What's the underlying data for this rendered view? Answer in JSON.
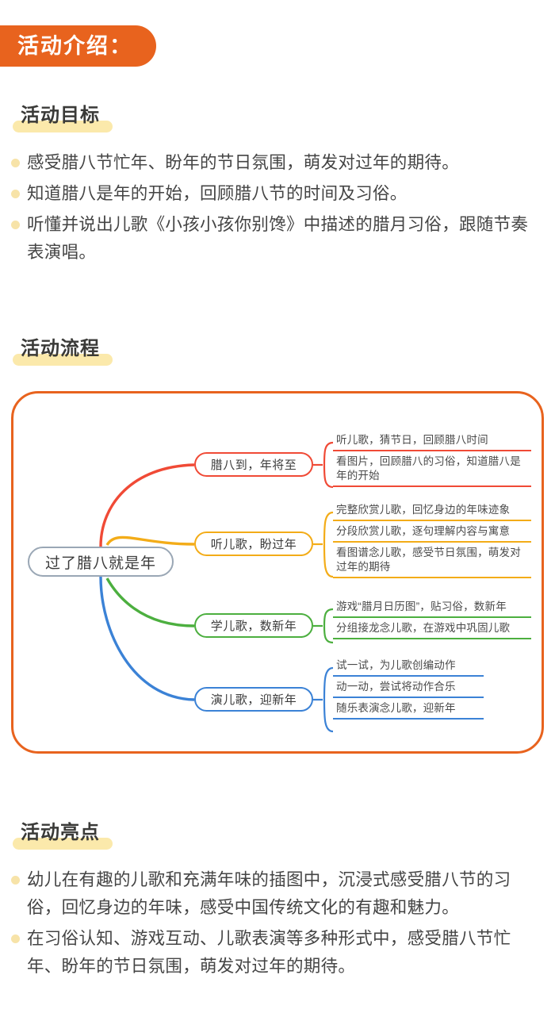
{
  "banner": {
    "title": "活动介绍：",
    "color": "#e8631e"
  },
  "sections": {
    "goals": {
      "heading": "活动目标",
      "items": [
        "感受腊八节忙年、盼年的节日氛围，萌发对过年的期待。",
        "知道腊八是年的开始，回顾腊八节的时间及习俗。",
        "听懂并说出儿歌《小孩小孩你别馋》中描述的腊月习俗，跟随节奏表演唱。"
      ]
    },
    "flow": {
      "heading": "活动流程"
    },
    "highlights": {
      "heading": "活动亮点",
      "items": [
        "幼儿在有趣的儿歌和充满年味的插图中，沉浸式感受腊八节的习俗，回忆身边的年味，感受中国传统文化的有趣和魅力。",
        "在习俗认知、游戏互动、儿歌表演等多种形式中，感受腊八节忙年、盼年的节日氛围，萌发对过年的期待。"
      ]
    }
  },
  "mindmap": {
    "frame_color": "#e8631e",
    "root": {
      "label": "过了腊八就是年",
      "border_color": "#9aa7b5"
    },
    "branches": [
      {
        "label": "腊八到，年将至",
        "color": "#f04a36",
        "leaves": [
          "听儿歌，猜节日，回顾腊八时间",
          "看图片，回顾腊八的习俗，知道腊八是年的开始"
        ]
      },
      {
        "label": "听儿歌，盼过年",
        "color": "#f3ac18",
        "leaves": [
          "完整欣赏儿歌，回忆身边的年味迹象",
          "分段欣赏儿歌，逐句理解内容与寓意",
          "看图谱念儿歌，感受节日氛围，萌发对过年的期待"
        ]
      },
      {
        "label": "学儿歌，数新年",
        "color": "#4caf3f",
        "leaves": [
          "游戏“腊月日历图”，贴习俗，数新年",
          "分组接龙念儿歌，在游戏中巩固儿歌"
        ]
      },
      {
        "label": "演儿歌，迎新年",
        "color": "#3b82d6",
        "leaves": [
          "试一试，为儿歌创编动作",
          "动一动，尝试将动作合乐",
          "随乐表演念儿歌，迎新年"
        ]
      }
    ]
  }
}
